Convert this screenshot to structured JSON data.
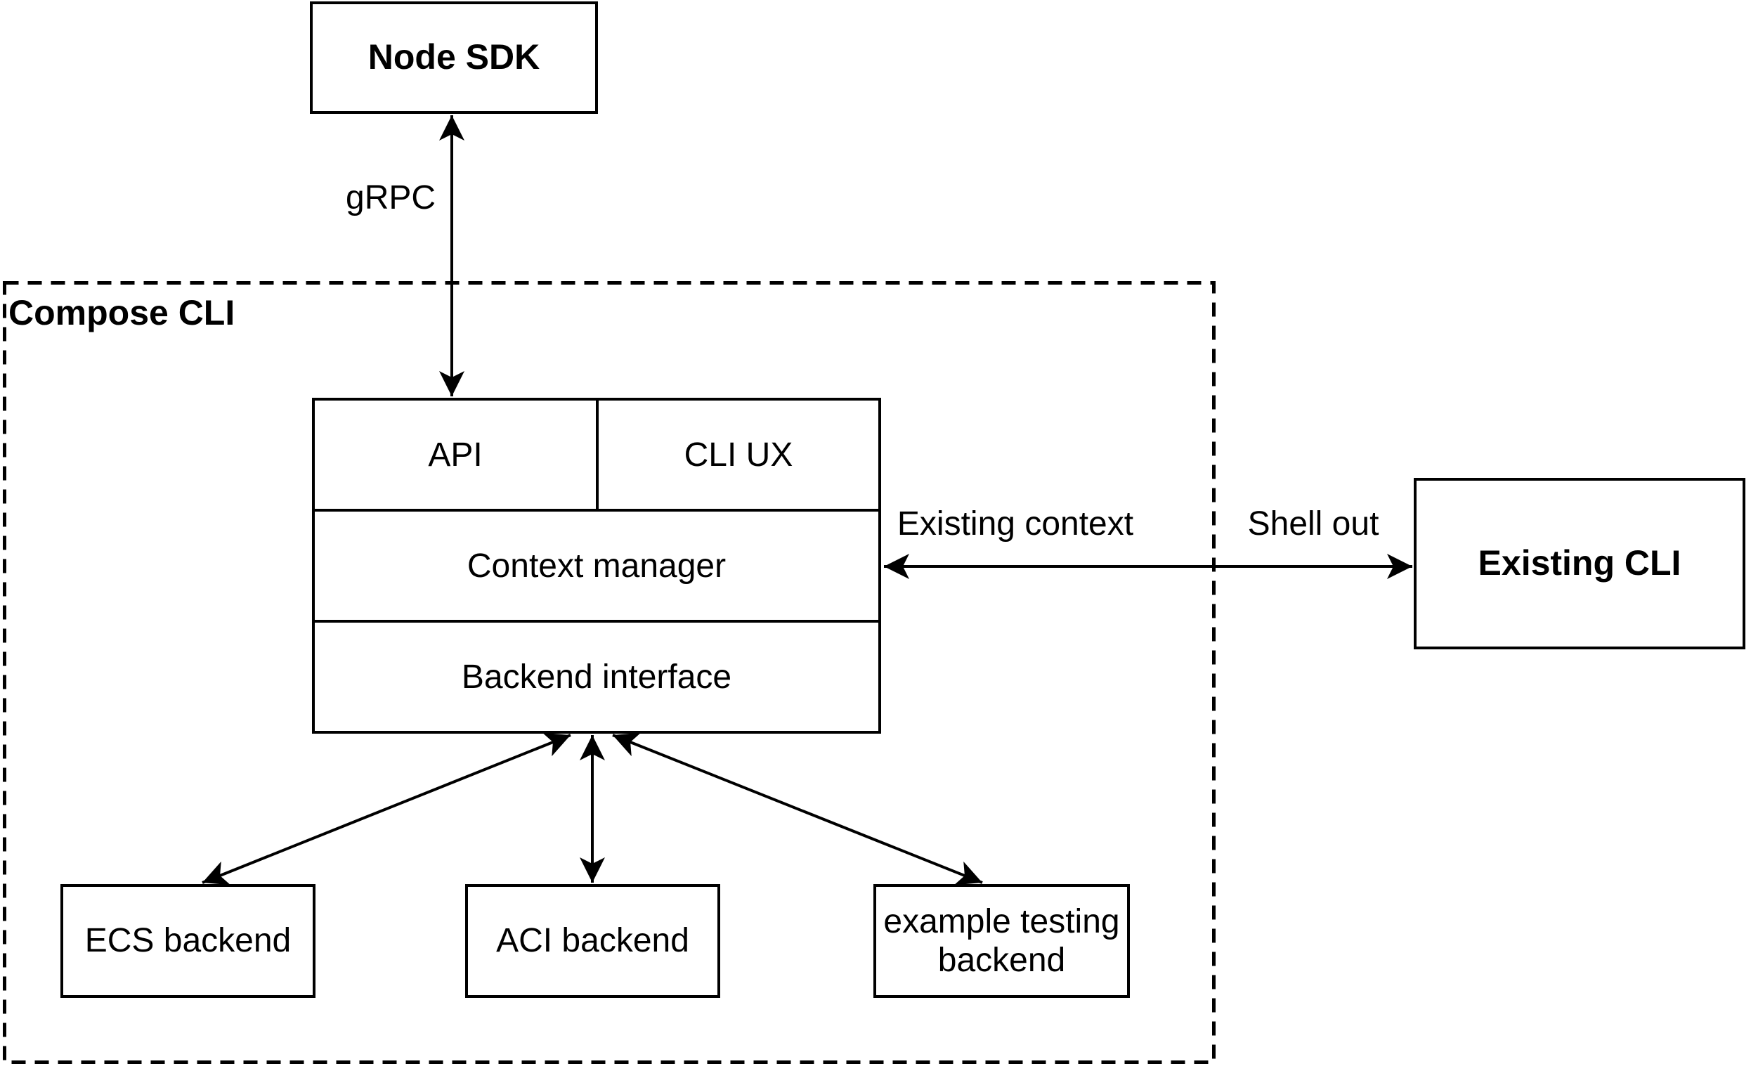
{
  "diagram": {
    "container": {
      "label": "Compose CLI"
    },
    "nodes": {
      "node_sdk": {
        "label": "Node SDK"
      },
      "api": {
        "label": "API"
      },
      "cli_ux": {
        "label": "CLI UX"
      },
      "context_manager": {
        "label": "Context manager"
      },
      "backend_interface": {
        "label": "Backend interface"
      },
      "existing_cli": {
        "label": "Existing CLI"
      },
      "ecs_backend": {
        "label": "ECS backend"
      },
      "aci_backend": {
        "label": "ACI backend"
      },
      "example_testing_backend": {
        "label": "example testing backend"
      }
    },
    "edge_labels": {
      "grpc": {
        "label": "gRPC"
      },
      "existing_context": {
        "label": "Existing context"
      },
      "shell_out": {
        "label": "Shell out"
      }
    },
    "edges": [
      {
        "from": "node_sdk",
        "to": "api",
        "label": "gRPC",
        "direction": "both"
      },
      {
        "from": "context_manager",
        "to": "existing_cli",
        "labels": [
          "Existing context",
          "Shell out"
        ],
        "direction": "both"
      },
      {
        "from": "backend_interface",
        "to": "ecs_backend",
        "direction": "both"
      },
      {
        "from": "backend_interface",
        "to": "aci_backend",
        "direction": "both"
      },
      {
        "from": "backend_interface",
        "to": "example_testing_backend",
        "direction": "both"
      }
    ],
    "colors": {
      "stroke": "#000000",
      "background": "#ffffff"
    }
  }
}
